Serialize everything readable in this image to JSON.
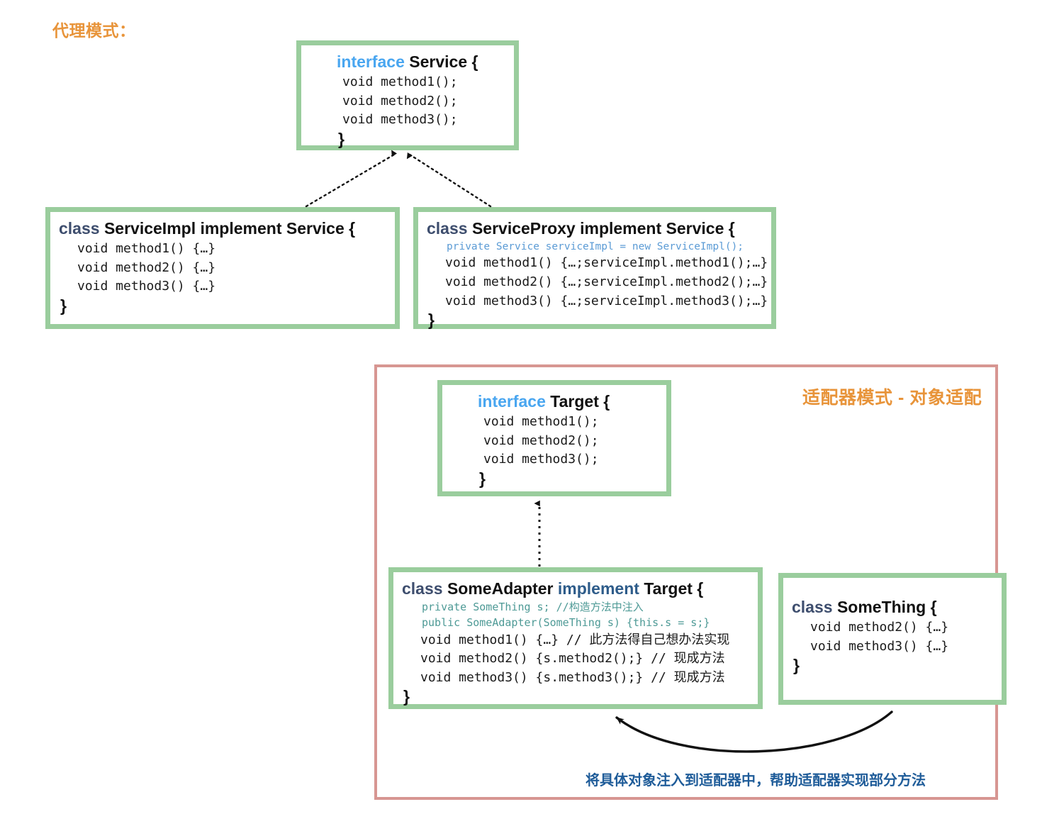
{
  "diagram": {
    "proxy_section": {
      "title": "代理模式：",
      "service_interface": {
        "keyword": "interface",
        "name": "Service {",
        "methods": [
          "void method1();",
          "void method2();",
          "void method3();"
        ],
        "close_brace": "}"
      },
      "service_impl": {
        "keyword": "class",
        "name": "ServiceImpl implement Service {",
        "methods": [
          "void method1() {…}",
          "void method2() {…}",
          "void method3() {…}"
        ],
        "close_brace": "}"
      },
      "service_proxy": {
        "keyword": "class",
        "name": "ServiceProxy implement Service {",
        "field": "private Service serviceImpl = new ServiceImpl();",
        "methods": [
          "void method1() {…;serviceImpl.method1();…}",
          "void method2() {…;serviceImpl.method2();…}",
          "void method3() {…;serviceImpl.method3();…}"
        ],
        "close_brace": "}"
      }
    },
    "adapter_section": {
      "title": "适配器模式 - 对象适配",
      "caption": "将具体对象注入到适配器中，帮助适配器实现部分方法",
      "target_interface": {
        "keyword": "interface",
        "name": "Target {",
        "methods": [
          "void method1();",
          "void method2();",
          "void method3();"
        ],
        "close_brace": "}"
      },
      "some_adapter": {
        "keyword": "class",
        "name": "SomeAdapter",
        "implement_keyword": "implement",
        "target_name": "Target {",
        "field": "private SomeThing s; //构造方法中注入",
        "constructor": "public SomeAdapter(SomeThing s) {this.s = s;}",
        "methods": [
          "void method1() {…} // 此方法得自己想办法实现",
          "void method2() {s.method2();} // 现成方法",
          "void method3() {s.method3();} // 现成方法"
        ],
        "close_brace": "}"
      },
      "some_thing": {
        "keyword": "class",
        "name": "SomeThing {",
        "methods": [
          "void method2() {…}",
          "void method3() {…}"
        ],
        "close_brace": "}"
      }
    },
    "colors": {
      "accent_orange": "#E8943A",
      "box_green": "#9ACD9D",
      "container_pink": "#D79692",
      "keyword_blue": "#49A6F0",
      "keyword_navy": "#3E4E6E",
      "code_blue": "#5B9BD5",
      "code_teal": "#4E9A96",
      "caption_blue": "#1F5C99"
    }
  }
}
